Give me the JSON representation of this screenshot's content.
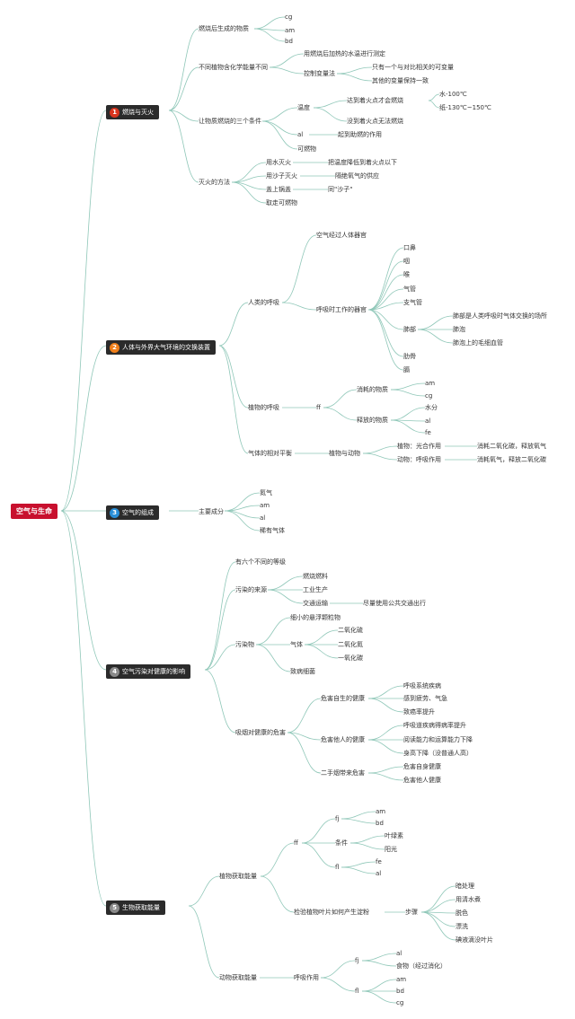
{
  "root": "空气与生命",
  "colors": {
    "root": "#c8102e",
    "category_bg": "#2b2b2b",
    "line": "#8fc7b8",
    "badge_1": "#d9351e",
    "badge_2": "#f07f1a",
    "badge_3": "#2a8fd8",
    "badge_4": "#8a8a8a",
    "badge_5": "#8a8a8a"
  },
  "cats": [
    {
      "num": "1",
      "label": "燃烧与灭火"
    },
    {
      "num": "2",
      "label": "人体与外界大气环境的交换装置"
    },
    {
      "num": "3",
      "label": "空气的组成"
    },
    {
      "num": "4",
      "label": "空气污染对健康的影响"
    },
    {
      "num": "5",
      "label": "生物获取能量"
    }
  ],
  "c1": {
    "a": "燃烧后生成的物质",
    "a1": "cg",
    "a2": "am",
    "a3": "bd",
    "b": "不同植物含化学能量不同",
    "b1": "用燃烧后加热的水温进行测定",
    "b2": "控制变量法",
    "b2a": "只有一个与对比相关的可变量",
    "b2b": "其他的变量保持一致",
    "c": "让物质燃烧的三个条件",
    "c1": "温度",
    "c1a": "达到着火点才会燃烧",
    "c1a1": "水-100℃",
    "c1a2": "纸-130℃~150℃",
    "c1b": "没到着火点无法燃烧",
    "c2": "al",
    "c2a": "起到助燃的作用",
    "c3": "可燃物",
    "d": "灭火的方法",
    "d1": "用水灭火",
    "d1a": "把温度降低到着火点以下",
    "d2": "用沙子灭火",
    "d2a": "隔绝氧气的供应",
    "d3": "盖上锅盖",
    "d3a": "同\"沙子\"",
    "d4": "取走可燃物"
  },
  "c2": {
    "a": "人类的呼吸",
    "a1": "空气经过人体器官",
    "a2": "呼吸时工作的器官",
    "o1": "口鼻",
    "o2": "咽",
    "o3": "喉",
    "o4": "气管",
    "o5": "支气管",
    "o6": "肺部",
    "o6a": "肺部是人类呼吸时气体交换的场所",
    "o6b": "肺泡",
    "o6c": "肺泡上的毛细血管",
    "o7": "肋骨",
    "o8": "膈",
    "b": "植物的呼吸",
    "b1": "ff",
    "b1a": "消耗的物质",
    "b1a1": "am",
    "b1a2": "cg",
    "b1b": "释放的物质",
    "b1b1": "水分",
    "b1b2": "al",
    "b1b3": "fe",
    "c": "气体的相对平衡",
    "c1": "植物与动物",
    "c1a": "植物：光合作用",
    "c1a1": "消耗二氧化碳，释放氧气",
    "c1b": "动物：呼吸作用",
    "c1b1": "消耗氧气，释放二氧化碳"
  },
  "c3": {
    "a": "主要成分",
    "a1": "氮气",
    "a2": "am",
    "a3": "al",
    "a4": "稀有气体"
  },
  "c4": {
    "a": "有六个不同的等级",
    "b": "污染的来源",
    "b1": "燃烧燃料",
    "b2": "工业生产",
    "b3": "交通运输",
    "b3a": "尽量使用公共交通出行",
    "c": "污染物",
    "c1": "细小的悬浮颗粒物",
    "c2": "气体",
    "c2a": "二氧化硫",
    "c2b": "二氧化氮",
    "c2c": "一氧化碳",
    "c3": "致病细菌",
    "d": "吸烟对健康的危害",
    "d1": "危害自生的健康",
    "d1a": "呼吸系统疾病",
    "d1b": "感到疲劳、气急",
    "d1c": "致癌率提升",
    "d2": "危害他人的健康",
    "d2a": "呼吸道疾病得病率提升",
    "d2b": "阅读能力和运算能力下降",
    "d2c": "身高下降（没普通人高）",
    "d3": "二手烟带来危害",
    "d3a": "危害自身健康",
    "d3b": "危害他人健康"
  },
  "c5": {
    "a": "植物获取能量",
    "a1": "ff",
    "a1a": "fj",
    "a1a1": "am",
    "a1a2": "bd",
    "a1b": "条件",
    "a1b1": "叶绿素",
    "a1b2": "阳光",
    "a1c": "fl",
    "a1c1": "fe",
    "a1c2": "al",
    "a2": "检验植物叶片如何产生淀粉",
    "a2a": "步骤",
    "s1": "暗处理",
    "s2": "用清水煮",
    "s3": "脱色",
    "s4": "漂洗",
    "s5": "碘液滴没叶片",
    "b": "动物获取能量",
    "b1": "呼吸作用",
    "b1a": "fj",
    "b1a1": "al",
    "b1a2": "食物（经过消化）",
    "b1b": "fl",
    "b1b1": "am",
    "b1b2": "bd",
    "b1b3": "cg"
  }
}
